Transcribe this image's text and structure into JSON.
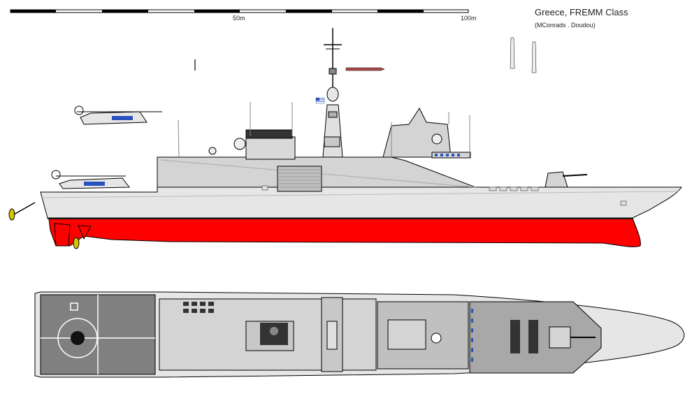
{
  "title": "Greece, FREMM Class",
  "credit": "(MConrads . Doudou)",
  "scale": {
    "ticks": [
      "50m",
      "100m"
    ]
  },
  "colors": {
    "hull": "#e6e6e6",
    "hull_dark": "#c8c8c8",
    "superstructure": "#d4d4d4",
    "waterline": "#1a1a1a",
    "antifouling": "#ff0000",
    "deck": "#d9d9d9",
    "helideck": "#808080",
    "window": "#2a52be",
    "scale_dark": "#000000"
  },
  "icons": {
    "helicopter": "helicopter-icon",
    "missile": "missile-icon",
    "flag": "greek-flag-icon",
    "radar": "radome-icon",
    "gun": "naval-gun-icon",
    "propeller": "propeller-icon"
  }
}
